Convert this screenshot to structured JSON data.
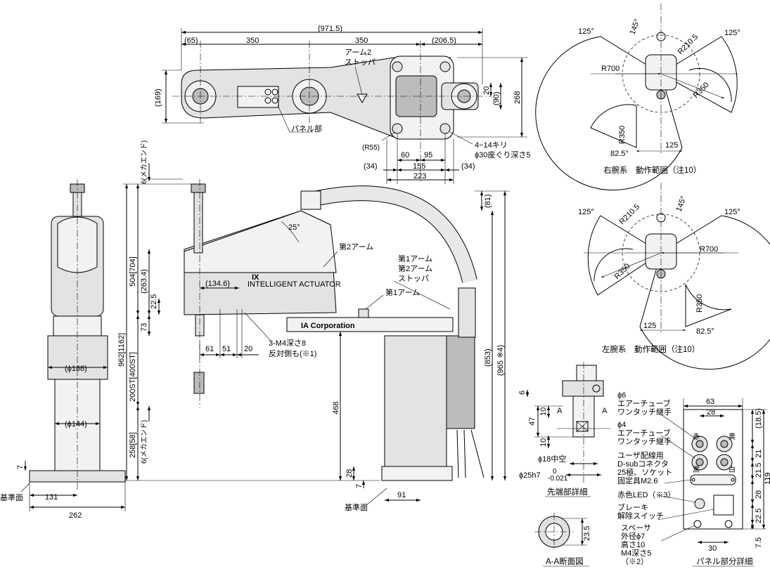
{
  "top_view": {
    "dims": {
      "overall": "(971.5)",
      "off_left": "(65)",
      "arm1": "350",
      "arm2": "350",
      "off_right": "(206.5)",
      "height_169": "(169)",
      "h_90": "(90)",
      "h_20": "20",
      "h_268": "268",
      "r55": "(R55)",
      "d60": "60",
      "d95": "95",
      "d34l": "(34)",
      "d155": "155",
      "d34r": "(34)",
      "d223": "223"
    },
    "labels": {
      "arm2_stopper_1": "アーム2",
      "arm2_stopper_2": "ストッパ",
      "panel": "パネル部",
      "holes_1": "4−14キリ",
      "holes_2": "ϕ30座ぐり深さ5"
    }
  },
  "front_view": {
    "dims": {
      "mecha_end_top": "6(メカエンド)",
      "d504": "504[704]",
      "d263": "(263.4)",
      "d134": "(134.6)",
      "d22": "22.5",
      "d73": "73",
      "d962": "962[1162]",
      "d200": "200ST[400ST]",
      "d258": "258[58]",
      "mecha_end_bot": "6(メカエンド)",
      "d61": "61",
      "d51": "51",
      "d20": "20",
      "d25deg": "25°",
      "d81": "(81)",
      "d853": "(853)",
      "d965": "(965 ※4)",
      "d468": "468",
      "d28": "28",
      "d7": "7",
      "d91": "91"
    },
    "labels": {
      "arm2": "第2アーム",
      "stop_1": "第1アーム",
      "stop_2": "第2アーム",
      "stop_3": "ストッパ",
      "arm1": "第1アーム",
      "tap_1": "3-M4深さ8",
      "tap_2": "反対側も(※1)",
      "base_ref": "基準面",
      "brand": "IA Corporation",
      "logo": "IX",
      "logo_sub": "INTELLIGENT ACTUATOR"
    }
  },
  "side_view": {
    "dims": {
      "d188": "(ϕ188)",
      "d144": "(ϕ144)",
      "d7": "7",
      "d131": "131",
      "d262": "262"
    },
    "labels": {
      "base_ref": "基準面"
    }
  },
  "range_right": {
    "dims": {
      "a125l": "125°",
      "a145": "145°",
      "a125r": "125°",
      "r210": "R210.5",
      "r700": "R700",
      "r350a": "R350",
      "r350b": "R350",
      "a82": "82.5°",
      "d125": "125"
    },
    "caption": "右腕系　動作範囲（注10）"
  },
  "range_left": {
    "dims": {
      "a125l": "125°",
      "r210": "R210.5",
      "a145": "145°",
      "a125r": "125°",
      "r700": "R700",
      "r350a": "R350",
      "r350b": "R350",
      "d125": "125",
      "a82": "82.5°"
    },
    "caption": "左腕系　動作範囲（注10）"
  },
  "tip_detail": {
    "dims": {
      "d6": "6",
      "d10a": "10",
      "d47": "47",
      "d10b": "10",
      "a1": "A",
      "a2": "A",
      "d18": "ϕ18中空",
      "d25": "ϕ25h7",
      "tol_up": "0",
      "tol_dn": "-0.021"
    },
    "caption": "先端部詳細"
  },
  "aa_section": {
    "dims": {
      "d23": "23.5"
    },
    "caption": "A-A断面図"
  },
  "panel_detail": {
    "dims": {
      "d63": "63",
      "d28": "28",
      "d18": "(18.5)",
      "d21": "21",
      "d21b": "21.5",
      "d119": "119",
      "d28b": "28",
      "d22": "22.5",
      "d7": "7.5",
      "d30": "30"
    },
    "labels": {
      "phi6": "ϕ6",
      "tube6_1": "エアーチューブ",
      "tube6_2": "ワンタッチ継手",
      "phi4": "ϕ4",
      "tube4_1": "エアーチューブ",
      "tube4_2": "ワンタッチ継手",
      "dsub_1": "ユーザ配線用",
      "dsub_2": "D-subコネクタ",
      "dsub_3": "25極、ソケット",
      "dsub_4": "固定具M2.6",
      "led": "赤色LED（※3）",
      "brake_1": "ブレーキ",
      "brake_2": "解除スイッチ",
      "spacer_1": "スペーサ",
      "spacer_2": "外径ϕ7",
      "spacer_3": "高さ10",
      "spacer_4": "M4深さ5",
      "spacer_5": "（※2）",
      "red": "赤",
      "yellow": "黄",
      "black": "黒",
      "white": "白"
    },
    "caption": "パネル部分詳細"
  }
}
